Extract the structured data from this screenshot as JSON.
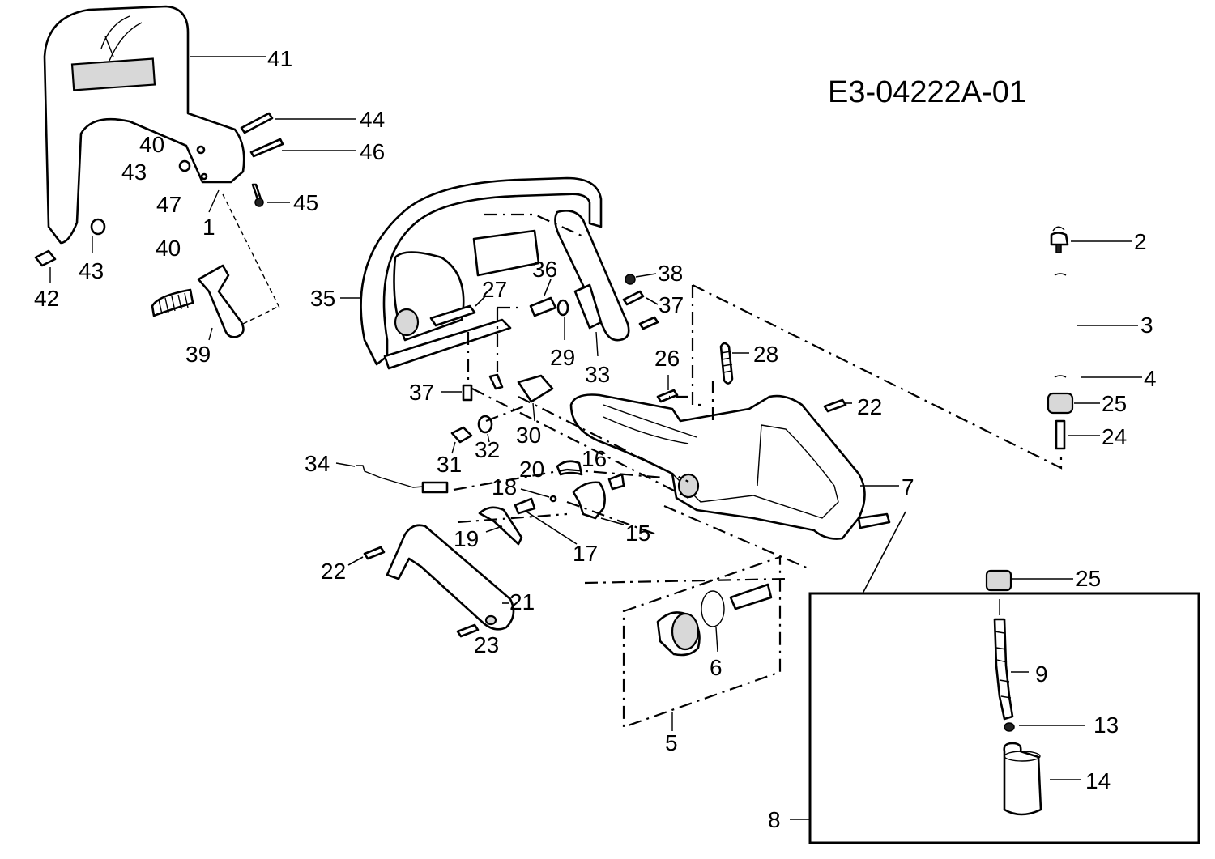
{
  "drawing_code": "E3-04222A-01",
  "callouts": [
    "41",
    "44",
    "40",
    "46",
    "43",
    "45",
    "47",
    "1",
    "42",
    "43",
    "40",
    "39",
    "35",
    "36",
    "38",
    "27",
    "37",
    "29",
    "33",
    "37",
    "2",
    "3",
    "4",
    "25",
    "24",
    "26",
    "28",
    "22",
    "30",
    "31",
    "32",
    "34",
    "20",
    "16",
    "18",
    "7",
    "19",
    "17",
    "15",
    "22",
    "21",
    "23",
    "6",
    "5",
    "25",
    "9",
    "13",
    "14",
    "8"
  ]
}
